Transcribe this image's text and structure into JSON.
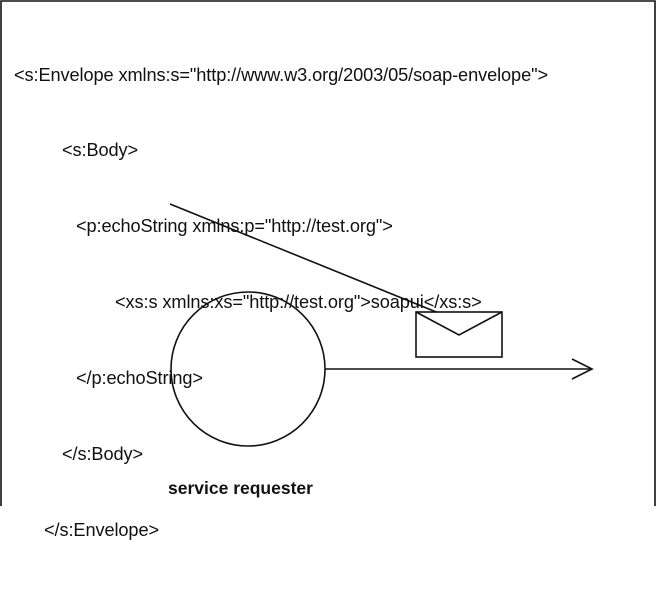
{
  "soap_message": {
    "lines": [
      "<s:Envelope xmlns:s=\"http://www.w3.org/2003/05/soap-envelope\">",
      "<s:Body>",
      "<p:echoString xmlns:p=\"http://test.org\">",
      "<xs:s xmlns:xs=\"http://test.org\">soapui</xs:s>",
      "</p:echoString>",
      "</s:Body>",
      "</s:Envelope>"
    ]
  },
  "diagram": {
    "requester_label": "service requester",
    "message_icon": "envelope-icon",
    "flow_icon": "arrow-right-icon",
    "stroke_color": "#111111",
    "background_color": "#ffffff"
  }
}
